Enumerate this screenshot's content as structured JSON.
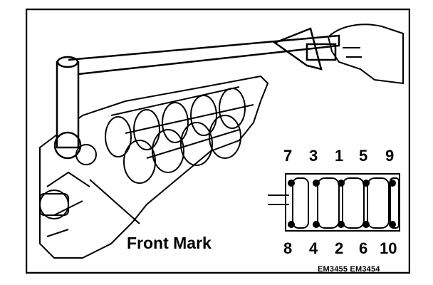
{
  "figure": {
    "front_mark_label": "Front Mark",
    "bolt_numbers_top": [
      "7",
      "3",
      "1",
      "5",
      "9"
    ],
    "bolt_numbers_bottom": [
      "8",
      "4",
      "2",
      "6",
      "10"
    ],
    "reference_codes": "EM3455 EM3454"
  },
  "icons": [
    "torque-wrench-icon",
    "hand-icon",
    "crankshaft-icon",
    "engine-block-icon",
    "main-bearing-cap-icon"
  ]
}
